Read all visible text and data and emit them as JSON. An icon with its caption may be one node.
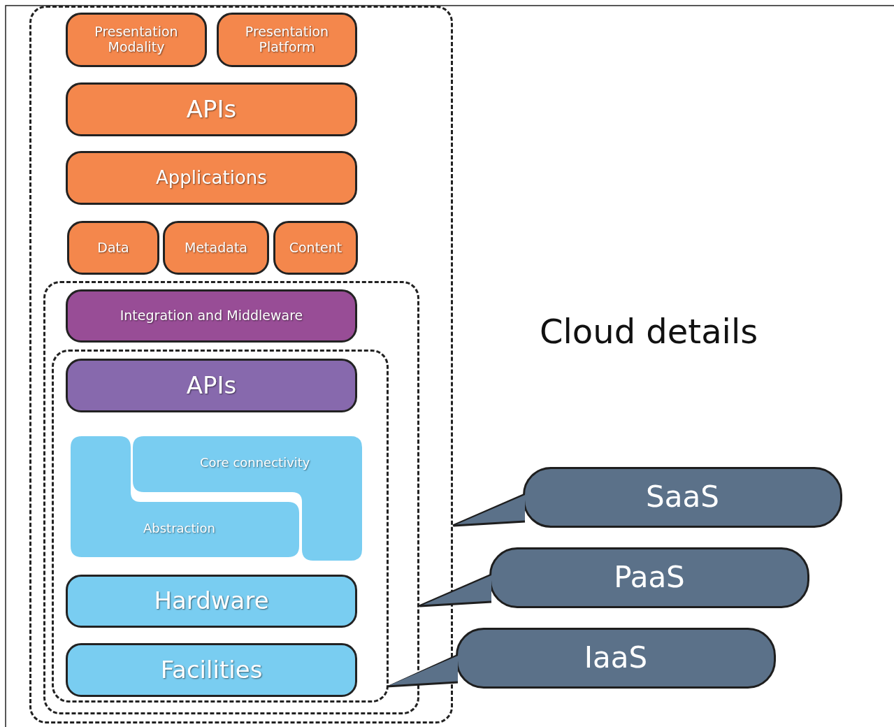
{
  "diagram": {
    "title": "Cloud details",
    "nodes": [
      {
        "text": [],
        "shape": "box"
      },
      {
        "text": [
          "Presentation Modality"
        ],
        "in": 0
      },
      {
        "text": [
          "Presentation Platform"
        ],
        "in": 0
      },
      {
        "text": [
          "APIs"
        ],
        "in": 0
      },
      {
        "text": [
          "Applications"
        ],
        "in": 0
      },
      {
        "text": [
          "Data"
        ],
        "in": 0
      },
      {
        "text": [
          "Metadata"
        ],
        "in": 0
      },
      {
        "text": [
          "Content"
        ],
        "in": 0
      },
      {
        "text": [],
        "shape": "box",
        "in": 0
      },
      {
        "text": [
          "Integration and Middleware"
        ],
        "in": 8
      },
      {
        "text": [],
        "shape": "box",
        "in": 8
      },
      {
        "text": [
          "APIs"
        ],
        "in": 10
      },
      {
        "text": [
          "Core connectivity"
        ],
        "in": 10
      },
      {
        "text": [
          "Abstraction"
        ],
        "in": 10
      },
      {
        "text": [
          "Hardware"
        ],
        "in": 10
      },
      {
        "text": [
          "Facilities"
        ],
        "in": 10
      },
      {
        "text": [
          "SaaS"
        ]
      },
      {
        "text": [
          "PaaS"
        ]
      },
      {
        "text": [
          "IaaS"
        ]
      }
    ],
    "edges": [
      {
        "from": 16,
        "to": 0,
        "arrow": "none"
      },
      {
        "from": 17,
        "to": 8,
        "arrow": "none"
      },
      {
        "from": 18,
        "to": 10,
        "arrow": "none"
      }
    ]
  }
}
